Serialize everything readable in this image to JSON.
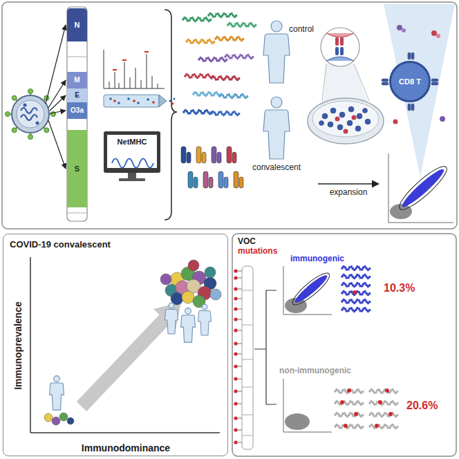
{
  "diagram": {
    "nodes": [
      {
        "text": [
          "N"
        ]
      },
      {
        "text": [
          "M"
        ]
      },
      {
        "text": [
          "E"
        ]
      },
      {
        "text": [
          "O3a"
        ]
      },
      {
        "text": [
          "S"
        ]
      },
      {
        "text": [
          "NetMHC"
        ]
      },
      {
        "text": [
          "CD8 T"
        ]
      },
      {
        "text": [
          "COVID-19 convalescent"
        ]
      }
    ],
    "labels": [
      "control",
      "convalescent",
      "expansion",
      "Immunoprevalence",
      "Immunodominance",
      "VOC",
      "mutations",
      "immunogenic",
      "10.3%",
      "non-immunogenic",
      "20.6%"
    ]
  }
}
